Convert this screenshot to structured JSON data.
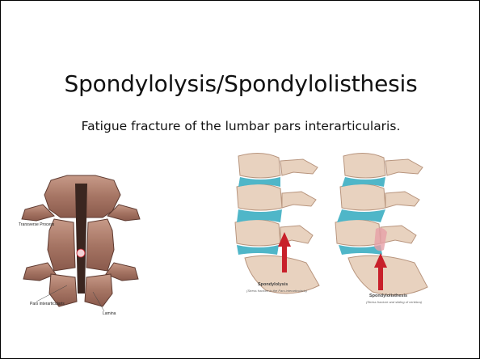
{
  "slide": {
    "title": "Spondylolysis/Spondylolisthesis",
    "subtitle": "Fatigue fracture of the lumbar pars interarticularis."
  },
  "figure_left": {
    "labels": {
      "transverse_process": "Transverse Process",
      "pars": "Pars interarticularis",
      "lamina": "Lamina"
    }
  },
  "figure_middle": {
    "caption_title": "Spondylolysis",
    "caption_detail": "(Stress fracture in the Pars interarticularis)"
  },
  "figure_right": {
    "caption_title": "Spondylolisthesis",
    "caption_detail": "(Stress fracture and sliding of vertebra)"
  },
  "colors": {
    "bone": "#d9b8a2",
    "disc": "#4fb6c8",
    "arrow": "#c8202a"
  }
}
